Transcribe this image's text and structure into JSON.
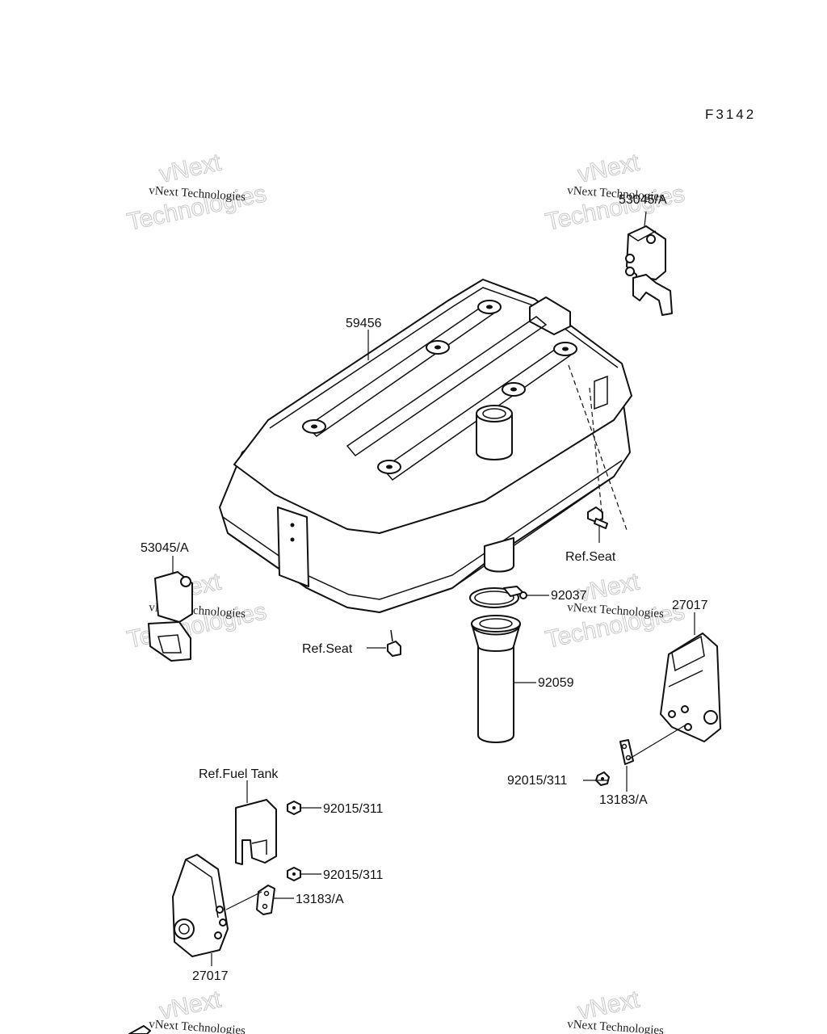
{
  "figure_code": "F3142",
  "watermark": {
    "line1": "vNext Technologies",
    "line2": "vNext",
    "line3": "Technologies"
  },
  "parts": {
    "p59456": "59456",
    "p53045a_top": "53045/A",
    "p53045a_left": "53045/A",
    "ref_seat_right": "Ref.Seat",
    "ref_seat_center": "Ref.Seat",
    "p92037": "92037",
    "p92059": "92059",
    "p27017_right": "27017",
    "p92015_right": "92015/311",
    "p13183_right": "13183/A",
    "ref_fuel_tank": "Ref.Fuel Tank",
    "p92015_upper": "92015/311",
    "p92015_lower": "92015/311",
    "p13183_left": "13183/A",
    "p27017_left": "27017"
  }
}
